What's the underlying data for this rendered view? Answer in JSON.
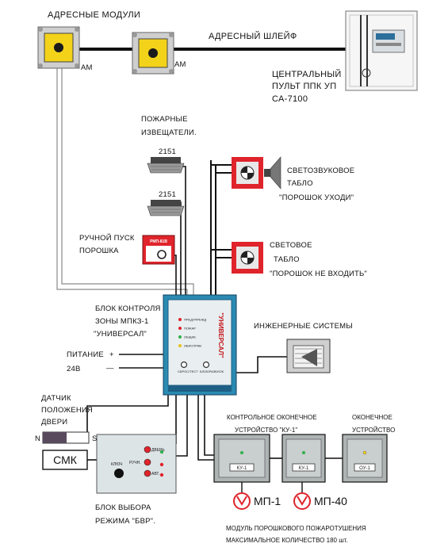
{
  "labels": {
    "address_modules": "АДРЕСНЫЕ МОДУЛИ",
    "am_1": "АМ",
    "am_2": "АМ",
    "address_loop": "АДРЕСНЫЙ ШЛЕЙФ",
    "central_panel_1": "ЦЕНТРАЛЬНЫЙ",
    "central_panel_2": "ПУЛЬТ ППК УП",
    "central_panel_3": "СА-7100",
    "fire_detectors_1": "ПОЖАРНЫЕ",
    "fire_detectors_2": "ИЗВЕЩАТЕЛИ.",
    "detector_1_model": "2151",
    "detector_2_model": "2151",
    "light_sound_board_1": "СВЕТОЗВУКОВОЕ",
    "light_sound_board_2": "ТАБЛО",
    "light_sound_board_3": "\"ПОРОШОК УХОДИ\"",
    "manual_start_1": "РУЧНОЙ ПУСК",
    "manual_start_2": "ПОРОШКА",
    "manual_start_tag": "РМП-81В",
    "light_board_1": "СВЕТОВОЕ",
    "light_board_2": "ТАБЛО",
    "light_board_3": "\"ПОРОШОК НЕ ВХОДИТЬ\"",
    "control_unit_1": "БЛОК КОНТРОЛЯ",
    "control_unit_2": "ЗОНЫ МПКЗ-1",
    "control_unit_3": "\"УНИВЕРСАЛ\"",
    "engineering_systems": "ИНЖЕНЕРНЫЕ СИСТЕМЫ",
    "power_1": "ПИТАНИЕ",
    "power_2": "24В",
    "plus": "+",
    "minus": "—",
    "door_sensor_1": "ДАТЧИК",
    "door_sensor_2": "ПОЛОЖЕНИЯ",
    "door_sensor_3": "ДВЕРИ",
    "pole_n": "N",
    "pole_s": "S",
    "smk": "СМК",
    "ctrl_end_device_1": "КОНТРОЛЬНОЕ ОКОНЕЧНОЕ",
    "ctrl_end_device_2": "УСТРОЙСТВО \"КУ-1\"",
    "end_device_1": "ОКОНЕЧНОЕ",
    "end_device_2": "УСТРОЙСТВО",
    "mode_unit_1": "БЛОК ВЫБОРА",
    "mode_unit_2": "РЕЖИМА \"БВР\".",
    "mp1": "МП-1",
    "mp40": "МП-40",
    "module_note_1": "МОДУЛЬ ПОРОШКОВОГО ПОЖАРОТУШЕНИЯ",
    "module_note_2": "МАКСИМАЛЬНОЕ КОЛИЧЕСТВО 180 шт.",
    "ku1_a": "КУ-1",
    "ku1_b": "КУ-1",
    "ou1": "ОУ-1",
    "panel_brand": "\"УНИВЕРСАЛ\"",
    "bvr_door": "ДВЕРЬ",
    "bvr_manual": "РУЧН.",
    "bvr_auto": "АВТ.",
    "bvr_key": "КЛЮЧ",
    "cu_ind_1": "ПРЕДУПРЕЖД",
    "cu_ind_2": "ПОЖАР",
    "cu_ind_3": "ОБЩИЕ",
    "cu_ind_4": "НЕИСПРАВ",
    "cu_btn_1": "СБРОС/ТЕСТ",
    "cu_btn_2": "БЛОК/РАЗБЛОК"
  },
  "colors": {
    "module_yellow": "#f3d21a",
    "red": "#e0242b",
    "panel_blue": "#2a8ab2",
    "panel_blue_dark": "#1e5f85",
    "mode_panel": "#dde4e6",
    "wire": "#111111",
    "wire_thin": "#8a8a8a"
  },
  "icons": {
    "address_module": "address-module-icon",
    "central_panel": "central-panel-icon",
    "smoke_detector": "smoke-detector-icon",
    "siren": "siren-icon",
    "manual_call_point": "manual-call-point-icon",
    "light_board": "light-board-icon",
    "control_unit": "control-unit-icon",
    "hvac_damper": "damper-icon",
    "door_magnet": "door-magnet-icon",
    "extinguisher_module": "powder-module-icon"
  }
}
